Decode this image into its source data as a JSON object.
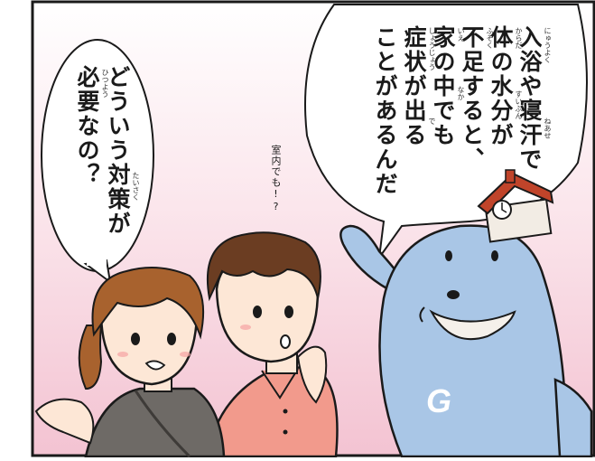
{
  "speech": {
    "mascot_lines": [
      "入浴や寝汗で",
      "体の水分が",
      "不足すると、",
      "家の中でも",
      "症状が出る",
      "ことがあるんだ"
    ],
    "woman_lines": [
      "どういう対策が",
      "必要なの？"
    ],
    "man_whisper": "室内でも!?"
  },
  "furigana": {
    "nyuuyoku": "にゅうよく",
    "ne_ase": "ねあせ",
    "karada": "からだ",
    "suibun": "すいぶん",
    "fusoku": "ふそく",
    "ie": "いえ",
    "naka": "なか",
    "shoujou": "しょうじょう",
    "de": "で",
    "taisaku": "たいさく",
    "hitsuyou": "ひつよう"
  },
  "mascot": {
    "logo_letter": "G",
    "body_color": "#a9c6e6",
    "hat_color": "#c0442a"
  },
  "colors": {
    "background_top": "#ffffff",
    "background_bottom": "#f3c3d2",
    "outline": "#1a1a1a"
  }
}
